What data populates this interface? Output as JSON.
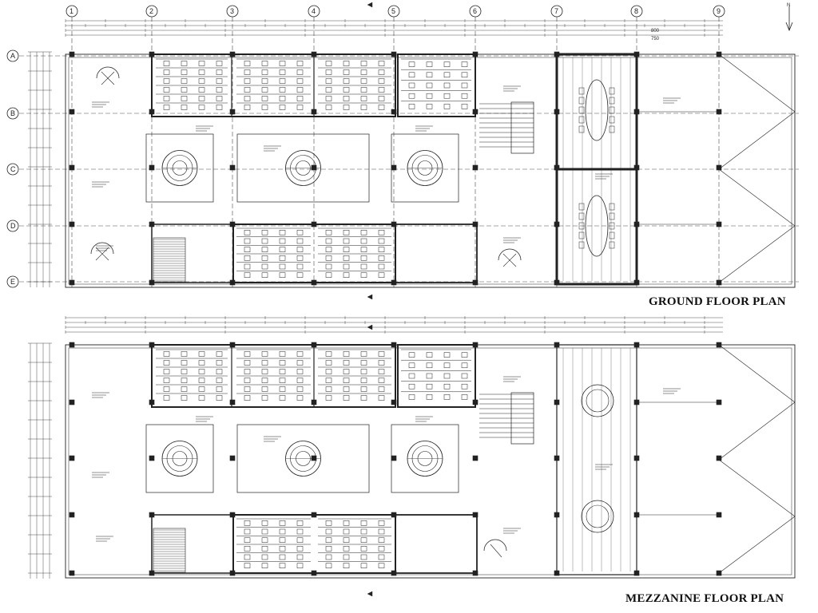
{
  "drawing": {
    "titles": {
      "ground": "GROUND FLOOR PLAN",
      "mezzanine": "MEZZANINE FLOOR PLAN"
    },
    "grid_columns": [
      "1",
      "2",
      "3",
      "4",
      "5",
      "6",
      "7",
      "8",
      "9"
    ],
    "grid_rows": [
      "A",
      "B",
      "C",
      "D",
      "E"
    ],
    "ground_top_dimensions": [
      "800",
      "750"
    ],
    "north_label": "N"
  }
}
